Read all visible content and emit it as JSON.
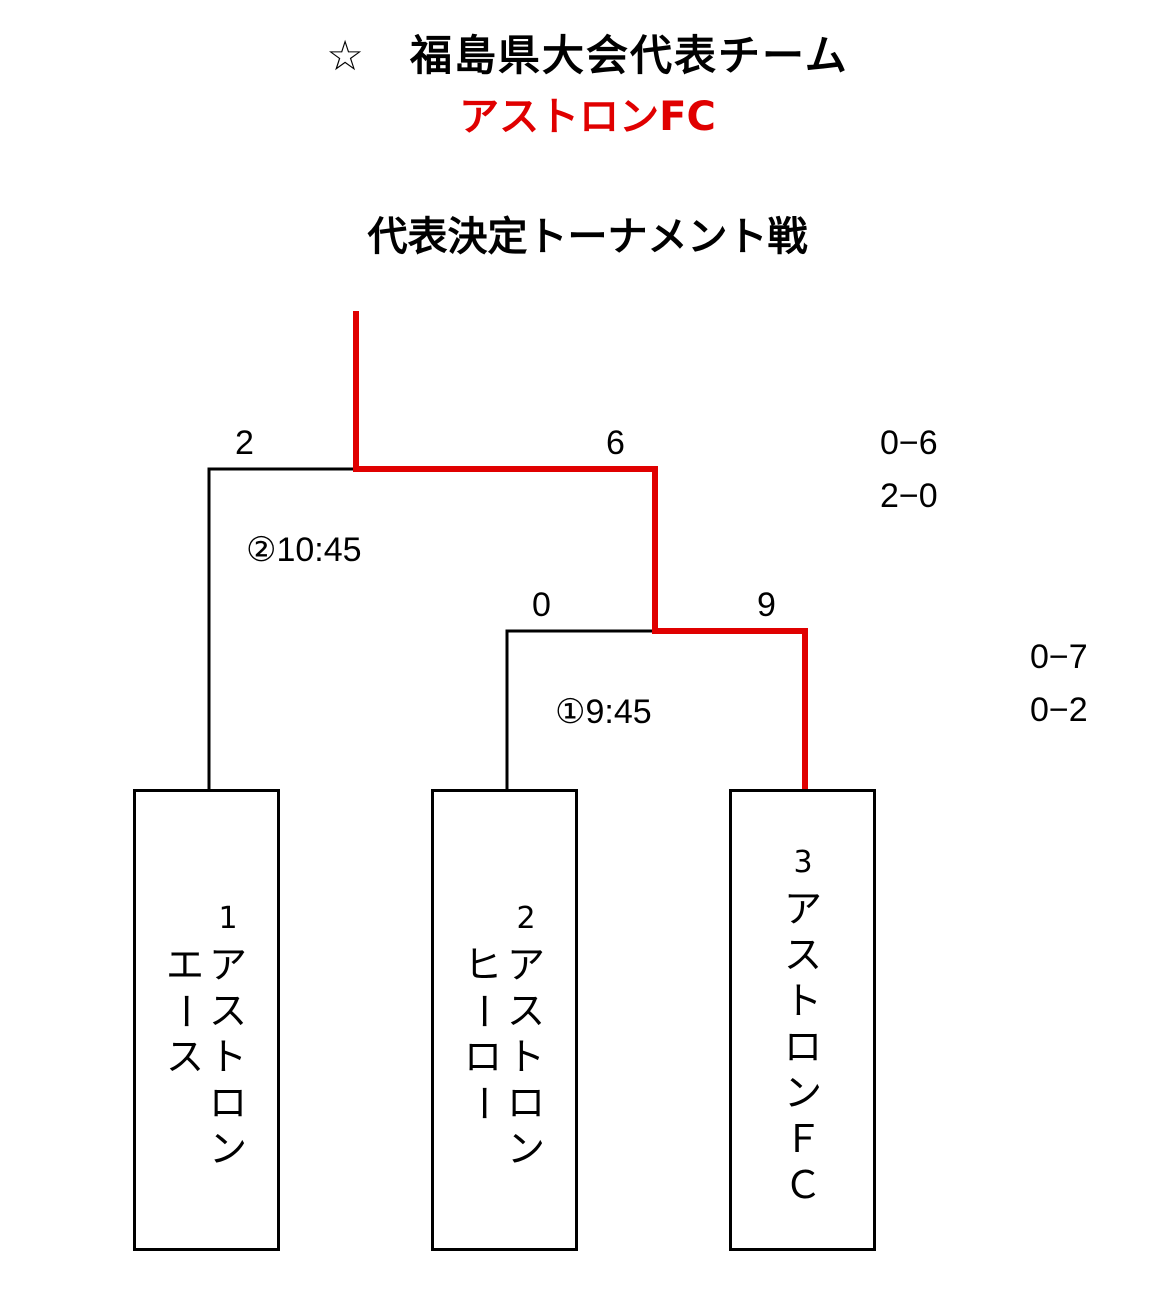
{
  "header": {
    "title": "☆　福島県大会代表チーム",
    "winner": "アストロンFC",
    "subtitle": "代表決定トーナメント戦"
  },
  "colors": {
    "winner_path": "#e00000",
    "line": "#000000"
  },
  "match_final": {
    "label": "②10:45",
    "left_score": "2",
    "right_score": "6",
    "side_results": [
      "0−6",
      "2−0"
    ]
  },
  "match_first": {
    "label": "①9:45",
    "left_score": "0",
    "right_score": "9",
    "side_results": [
      "0−7",
      "0−2"
    ]
  },
  "teams": [
    {
      "seed": "1",
      "name_col1": "アストロン",
      "name_col2": "エース"
    },
    {
      "seed": "2",
      "name_col1": "アストロン",
      "name_col2": "ヒーロー"
    },
    {
      "seed": "3",
      "name_col1": "アストロンＦＣ",
      "name_col2": ""
    }
  ]
}
